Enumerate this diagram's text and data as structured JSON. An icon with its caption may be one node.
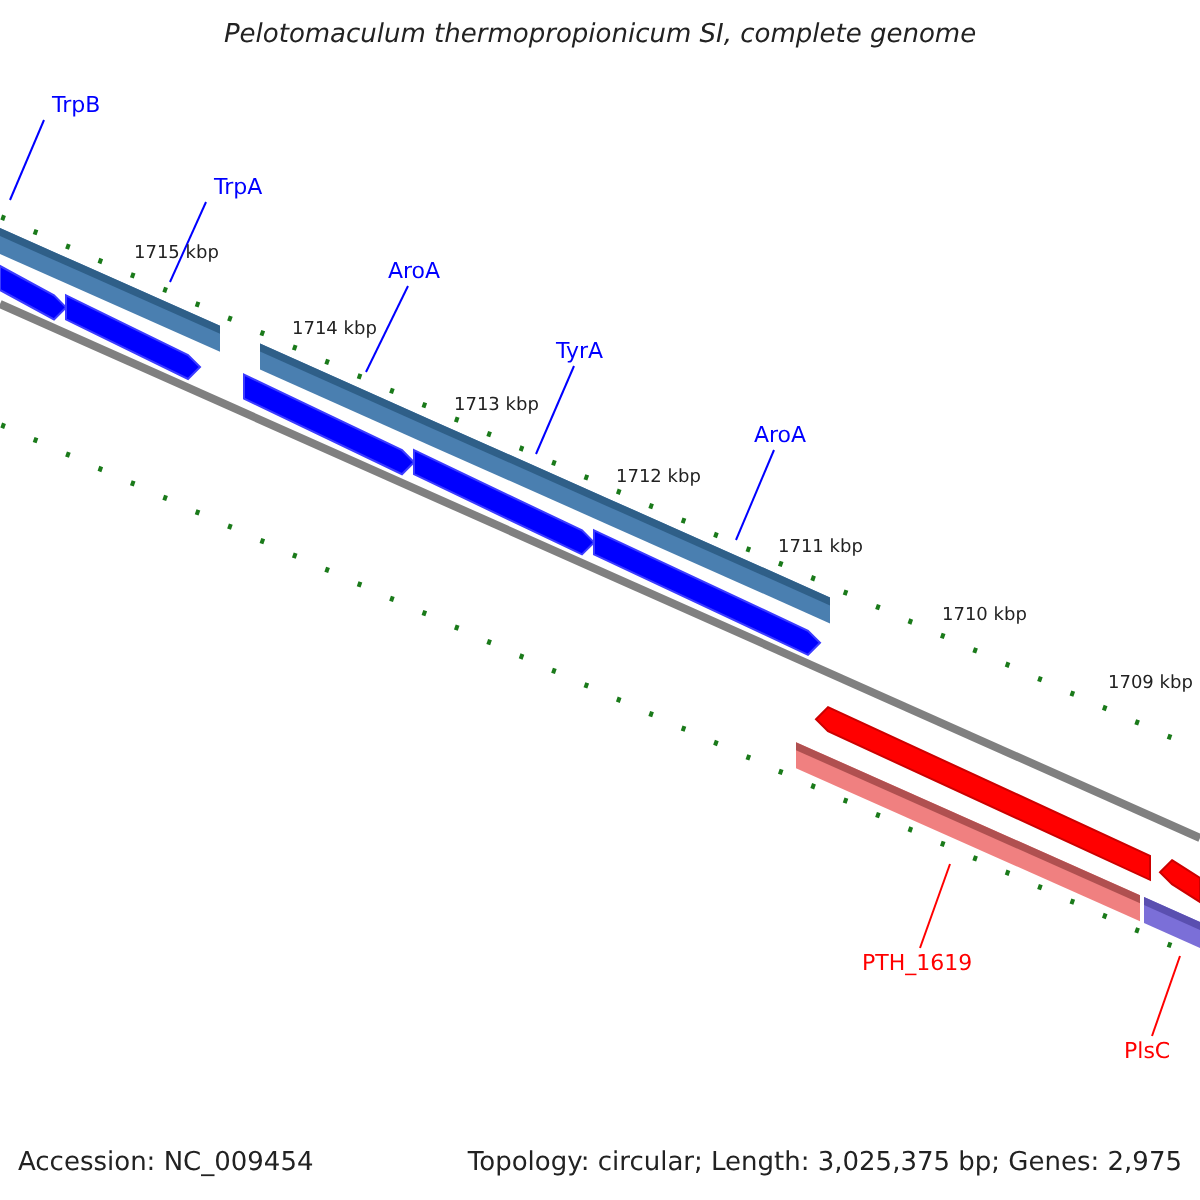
{
  "diagram": {
    "title": "Pelotomaculum thermopropionicum SI, complete genome",
    "nodes": [
      {
        "text": [
          "TrpB"
        ]
      },
      {
        "text": [
          "TrpA"
        ]
      },
      {
        "text": [
          "AroA"
        ]
      },
      {
        "text": [
          "TyrA"
        ]
      },
      {
        "text": [
          "AroA"
        ]
      },
      {
        "text": [
          "PTH_1619"
        ]
      },
      {
        "text": [
          "PlsC"
        ]
      },
      {
        "text": [],
        "shape": "bar"
      },
      {
        "text": [],
        "shape": "bar"
      },
      {
        "text": [],
        "shape": "bar"
      },
      {
        "text": [],
        "shape": "bar"
      },
      {
        "text": [],
        "shape": "bar"
      },
      {
        "text": [],
        "shape": "bar"
      },
      {
        "text": [],
        "shape": "bar"
      }
    ],
    "edges": [
      {
        "from": 0,
        "to": 7,
        "arrow": "none"
      },
      {
        "from": 1,
        "to": 8,
        "arrow": "none"
      },
      {
        "from": 2,
        "to": 9,
        "arrow": "none"
      },
      {
        "from": 3,
        "to": 10,
        "arrow": "none"
      },
      {
        "from": 4,
        "to": 11,
        "arrow": "none"
      },
      {
        "from": 5,
        "to": 12,
        "arrow": "none",
        "color": "#ff0000"
      },
      {
        "from": 6,
        "to": 13,
        "arrow": "none",
        "color": "#ff0000"
      }
    ],
    "labels": [
      "1715 kbp",
      "1714 kbp",
      "1713 kbp",
      "1712 kbp",
      "1711 kbp",
      "1710 kbp",
      "1709 kbp",
      "Accession: NC_009454",
      "Topology: circular; Length: 3,025,375 bp; Genes: 2,975"
    ]
  }
}
